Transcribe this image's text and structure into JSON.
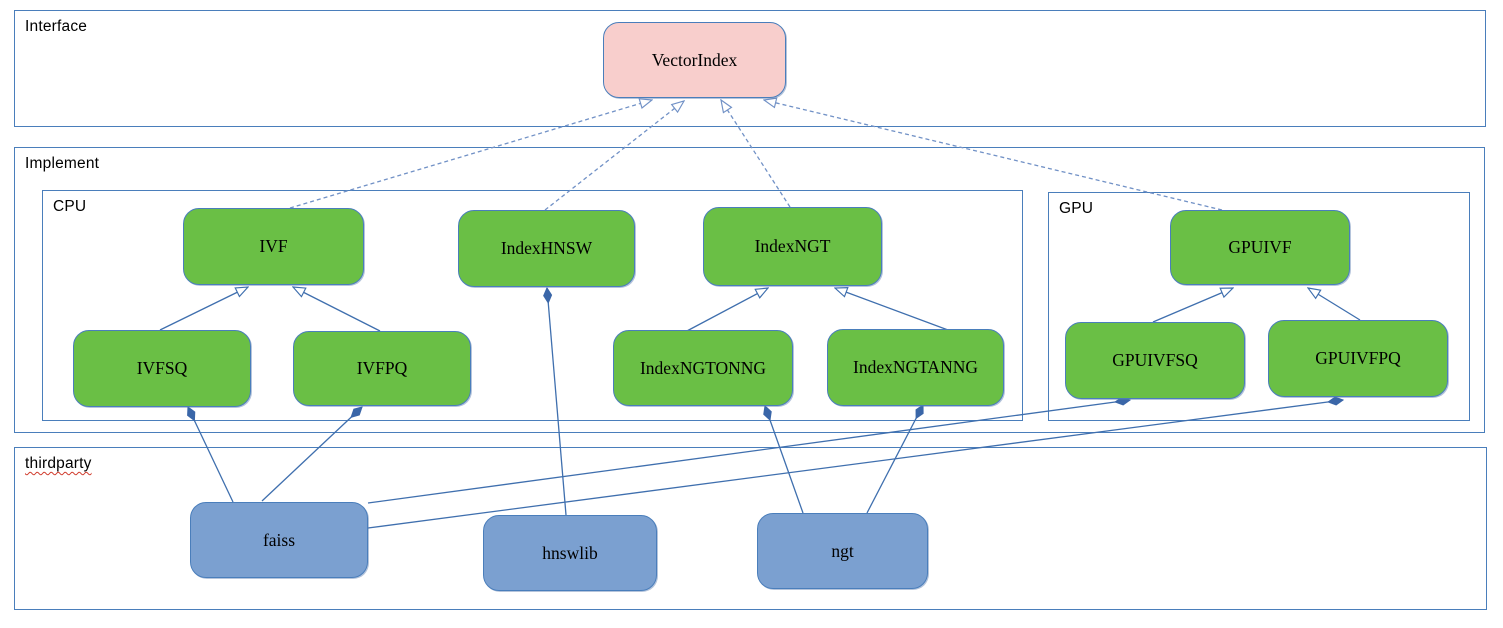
{
  "diagram": {
    "containers": [
      {
        "id": "interface",
        "label": "Interface",
        "spellcheck": false
      },
      {
        "id": "implement",
        "label": "Implement",
        "spellcheck": false
      },
      {
        "id": "cpu",
        "label": "CPU",
        "spellcheck": false
      },
      {
        "id": "gpu",
        "label": "GPU",
        "spellcheck": false
      },
      {
        "id": "thirdparty",
        "label": "thirdparty",
        "spellcheck": true
      }
    ],
    "nodes": [
      {
        "id": "vectorindex",
        "label": "VectorIndex",
        "kind": "interface"
      },
      {
        "id": "ivf",
        "label": "IVF",
        "kind": "cpu-class"
      },
      {
        "id": "indexhnsw",
        "label": "IndexHNSW",
        "kind": "cpu-class"
      },
      {
        "id": "indexngt",
        "label": "IndexNGT",
        "kind": "cpu-class"
      },
      {
        "id": "ivfsq",
        "label": "IVFSQ",
        "kind": "cpu-class"
      },
      {
        "id": "ivfpq",
        "label": "IVFPQ",
        "kind": "cpu-class"
      },
      {
        "id": "indexngtonng",
        "label": "IndexNGTONNG",
        "kind": "cpu-class"
      },
      {
        "id": "indexngtanng",
        "label": "IndexNGTANNG",
        "kind": "cpu-class"
      },
      {
        "id": "gpuivf",
        "label": "GPUIVF",
        "kind": "gpu-class"
      },
      {
        "id": "gpuivfsq",
        "label": "GPUIVFSQ",
        "kind": "gpu-class"
      },
      {
        "id": "gpuivfpq",
        "label": "GPUIVFPQ",
        "kind": "gpu-class"
      },
      {
        "id": "faiss",
        "label": "faiss",
        "kind": "thirdparty-lib"
      },
      {
        "id": "hnswlib",
        "label": "hnswlib",
        "kind": "thirdparty-lib"
      },
      {
        "id": "ngt",
        "label": "ngt",
        "kind": "thirdparty-lib"
      }
    ],
    "edges": [
      {
        "id": "ivf-vectorindex",
        "from": "ivf",
        "to": "vectorindex",
        "type": "implements"
      },
      {
        "id": "indexhnsw-vectorindex",
        "from": "indexhnsw",
        "to": "vectorindex",
        "type": "implements"
      },
      {
        "id": "indexngt-vectorindex",
        "from": "indexngt",
        "to": "vectorindex",
        "type": "implements"
      },
      {
        "id": "gpuivf-vectorindex",
        "from": "gpuivf",
        "to": "vectorindex",
        "type": "implements"
      },
      {
        "id": "ivfsq-ivf",
        "from": "ivfsq",
        "to": "ivf",
        "type": "inherits"
      },
      {
        "id": "ivfpq-ivf",
        "from": "ivfpq",
        "to": "ivf",
        "type": "inherits"
      },
      {
        "id": "indexngtonng-indexngt",
        "from": "indexngtonng",
        "to": "indexngt",
        "type": "inherits"
      },
      {
        "id": "indexngtanng-indexngt",
        "from": "indexngtanng",
        "to": "indexngt",
        "type": "inherits"
      },
      {
        "id": "gpuivfsq-gpuivf",
        "from": "gpuivfsq",
        "to": "gpuivf",
        "type": "inherits"
      },
      {
        "id": "gpuivfpq-gpuivf",
        "from": "gpuivfpq",
        "to": "gpuivf",
        "type": "inherits"
      },
      {
        "id": "faiss-ivfsq",
        "from": "faiss",
        "to": "ivfsq",
        "type": "composition"
      },
      {
        "id": "faiss-ivfpq",
        "from": "faiss",
        "to": "ivfpq",
        "type": "composition"
      },
      {
        "id": "hnswlib-indexhnsw",
        "from": "hnswlib",
        "to": "indexhnsw",
        "type": "composition"
      },
      {
        "id": "ngt-indexngtonng",
        "from": "ngt",
        "to": "indexngtonng",
        "type": "composition"
      },
      {
        "id": "ngt-indexngtanng",
        "from": "ngt",
        "to": "indexngtanng",
        "type": "composition"
      },
      {
        "id": "faiss-gpuivfsq",
        "from": "faiss",
        "to": "gpuivfsq",
        "type": "composition"
      },
      {
        "id": "faiss-gpuivfpq",
        "from": "faiss",
        "to": "gpuivfpq",
        "type": "composition"
      }
    ]
  },
  "colors": {
    "container_border": "#4a7ebb",
    "interface_fill": "#f8cecc",
    "class_fill": "#6abf45",
    "thirdparty_fill": "#7ba0d0",
    "node_border": "#4a7ebb",
    "edge_solid": "#3f6fae",
    "edge_dashed": "#7191c6",
    "diamond_fill": "#3a66a8",
    "spellcheck_underline": "#d03a2b",
    "text": "#000000"
  }
}
